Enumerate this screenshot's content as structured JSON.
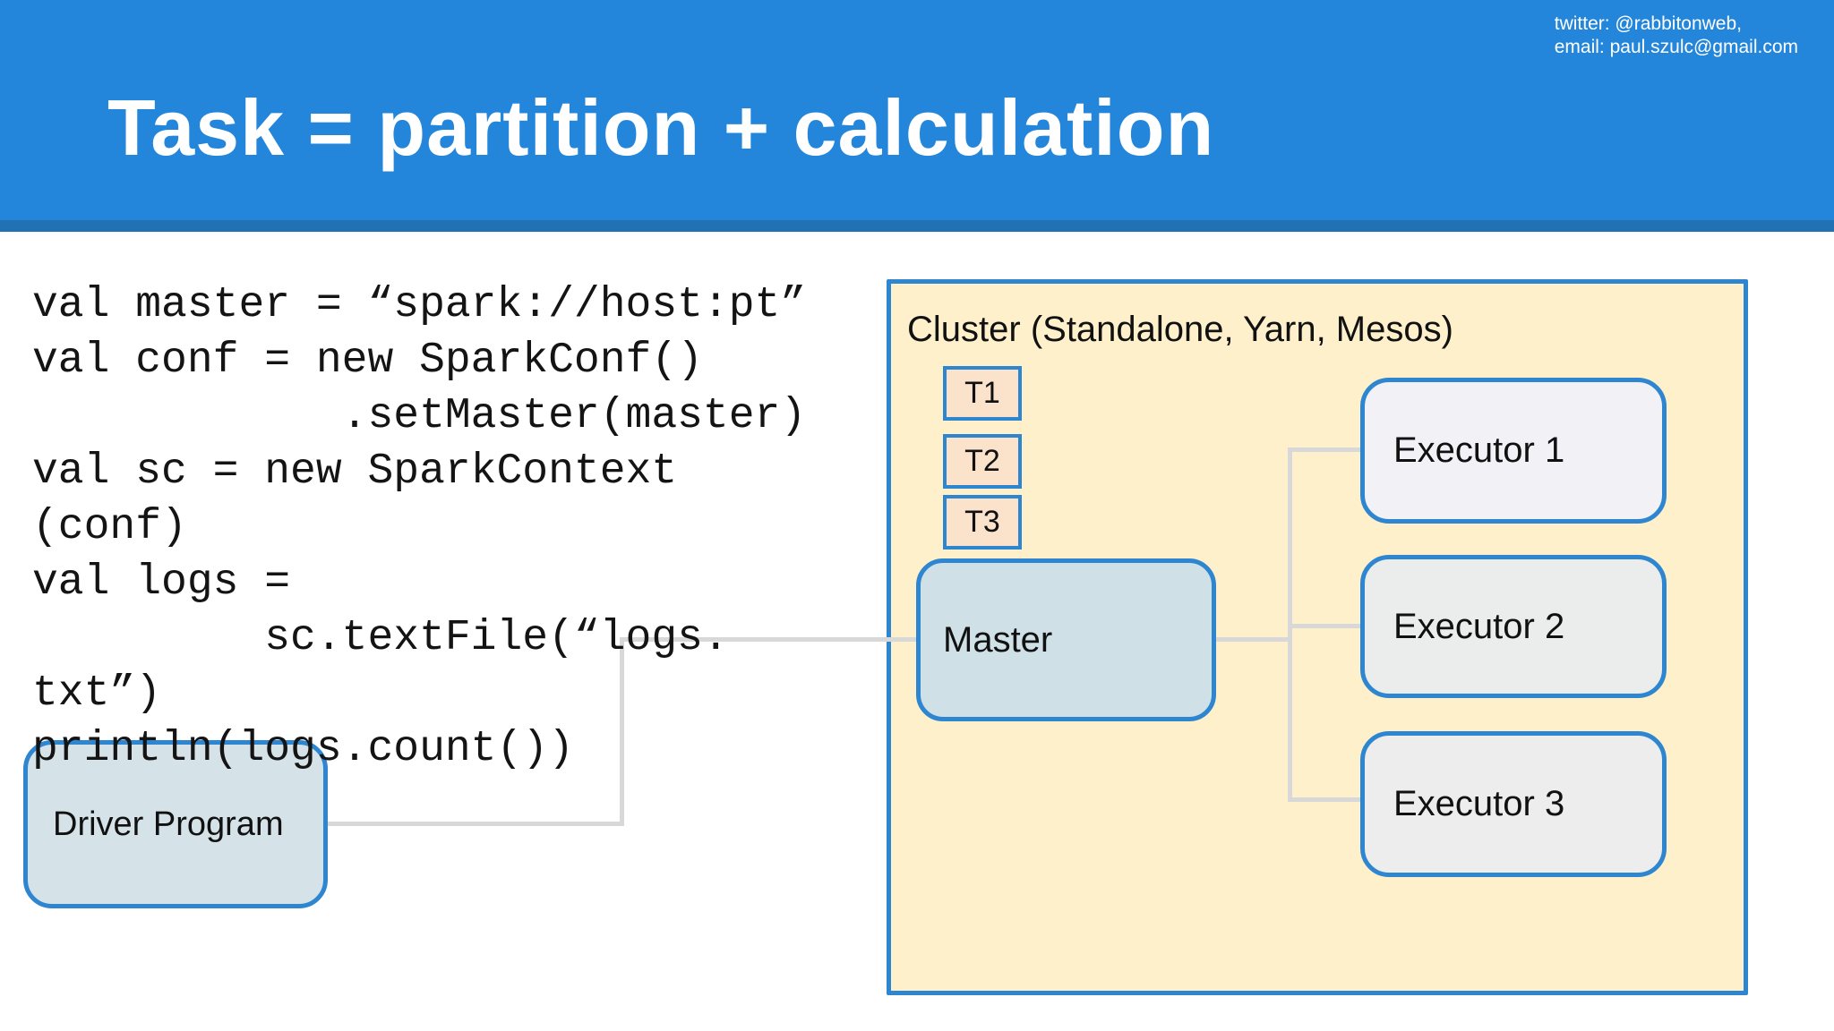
{
  "slide": {
    "title": "Task = partition + calculation",
    "contact_line1": "twitter: @rabbitonweb,",
    "contact_line2": "email: paul.szulc@gmail.com"
  },
  "code": {
    "lines": [
      "val master = “spark://host:pt”",
      "val conf = new SparkConf()",
      "            .setMaster(master)",
      "val sc = new SparkContext",
      "(conf)",
      "val logs =",
      "         sc.textFile(“logs.",
      "txt”)",
      "println(logs.count())"
    ]
  },
  "diagram": {
    "driver": {
      "label": "Driver Program"
    },
    "cluster": {
      "label": "Cluster (Standalone, Yarn, Mesos)",
      "tasks": [
        {
          "label": "T1"
        },
        {
          "label": "T2"
        },
        {
          "label": "T3"
        }
      ],
      "master": {
        "label": "Master"
      },
      "executors": [
        {
          "label": "Executor 1"
        },
        {
          "label": "Executor 2"
        },
        {
          "label": "Executor 3"
        }
      ]
    }
  },
  "colors": {
    "header_blue": "#2486DB",
    "header_strip_blue": "#2271B5",
    "panel_fill": "#FDF0CB",
    "box_border_blue": "#2E86D1",
    "task_fill": "#FAE2CB",
    "master_driver_fill": "#CFE0E7",
    "executor_fill": "#F0F1F3",
    "connector_gray": "#D8D8D8",
    "code_text": "#141414",
    "title_text": "#FFFFFF"
  }
}
